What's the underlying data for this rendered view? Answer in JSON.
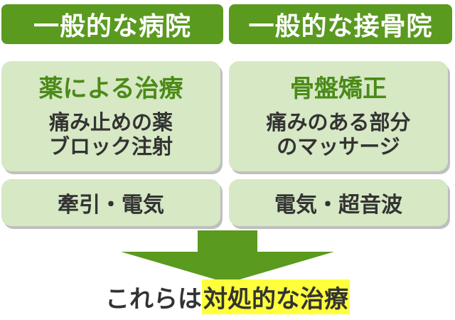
{
  "left": {
    "header": "一般的な病院",
    "card1": {
      "title": "薬による治療",
      "lines": [
        "痛み止めの薬",
        "ブロック注射"
      ]
    },
    "card2": "牽引・電気"
  },
  "right": {
    "header": "一般的な接骨院",
    "card1": {
      "title": "骨盤矯正",
      "lines": [
        "痛みのある部分",
        "のマッサージ"
      ]
    },
    "card2": "電気・超音波"
  },
  "conclusion": {
    "prefix": "これらは",
    "highlight": "対処的な治療"
  },
  "colors": {
    "header_green": "#5a9a1f",
    "card_bg": "#d6e8c4",
    "title_green": "#4b8a17",
    "arrow_green": "#5a9a1f",
    "highlight_yellow": "#ffff3c"
  }
}
